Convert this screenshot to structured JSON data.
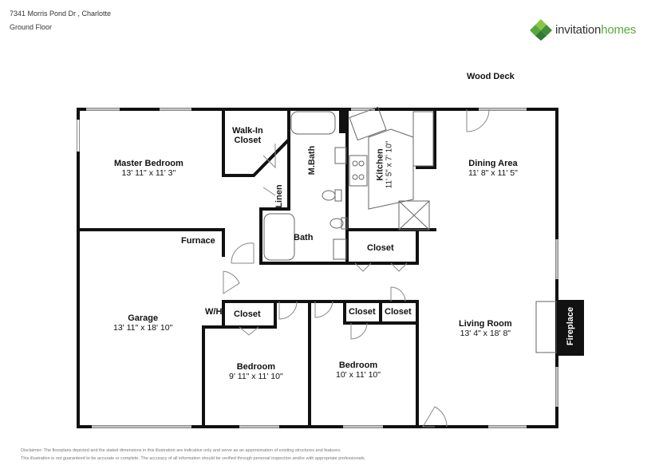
{
  "header": {
    "address": "7341 Morris Pond Dr , Charlotte",
    "floor": "Ground Floor"
  },
  "logo": {
    "prefix": "invitation",
    "suffix": "homes",
    "accent_color": "#5aa83c"
  },
  "outdoor": {
    "wood_deck": "Wood Deck"
  },
  "rooms": {
    "master_bedroom": {
      "name": "Master Bedroom",
      "dims": "13' 11\" x 11' 3\""
    },
    "walk_in_closet": {
      "line1": "Walk-In",
      "line2": "Closet"
    },
    "m_bath": {
      "name": "M.Bath"
    },
    "linen": {
      "name": "Linen"
    },
    "kitchen": {
      "name": "Kitchen",
      "dims": "11' 5\" x 7' 10\""
    },
    "dining_area": {
      "name": "Dining Area",
      "dims": "11' 8\" x 11' 5\""
    },
    "bath": {
      "name": "Bath"
    },
    "hall_closet": {
      "name": "Closet"
    },
    "furnace": {
      "name": "Furnace"
    },
    "garage": {
      "name": "Garage",
      "dims": "13' 11\" x 18' 10\""
    },
    "wh": {
      "name": "W/H"
    },
    "bed1_closet": {
      "name": "Closet"
    },
    "bed2_closet_a": {
      "name": "Closet"
    },
    "bed2_closet_b": {
      "name": "Closet"
    },
    "bedroom_1": {
      "name": "Bedroom",
      "dims": "9' 11\" x 11' 10\""
    },
    "bedroom_2": {
      "name": "Bedroom",
      "dims": "10' x 11' 10\""
    },
    "living_room": {
      "name": "Living Room",
      "dims": "13' 4\" x 18' 8\""
    },
    "fireplace": {
      "name": "Fireplace"
    }
  },
  "disclaimer": {
    "line1": "Disclaimer: The floorplans depicted and the stated dimensions in this illustration are indicative only and serve as an approximation of existing structures and features.",
    "line2": "This illustration is not guaranteed to be accurate or complete. The accuracy of all information should be verified through personal inspection and/or with appropriate professionals."
  }
}
